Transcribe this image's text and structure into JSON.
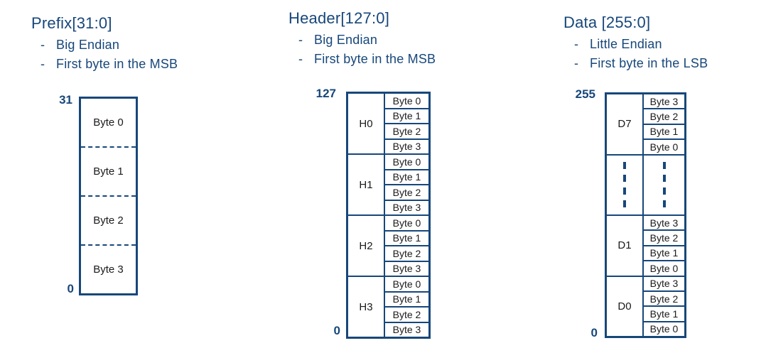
{
  "colors": {
    "navy": "#17477A",
    "cell_text": "#1A1A1A",
    "background": "#FFFFFF"
  },
  "bullet_marker": "-",
  "sections": [
    {
      "id": "prefix",
      "title": "Prefix[31:0]",
      "bullets": [
        "Big Endian",
        "First byte in the MSB"
      ],
      "msb_label": "31",
      "lsb_label": "0",
      "cells": [
        "Byte 0",
        "Byte 1",
        "Byte 2",
        "Byte 3"
      ]
    },
    {
      "id": "header",
      "title": "Header[127:0]",
      "bullets": [
        "Big Endian",
        "First byte in the MSB"
      ],
      "msb_label": "127",
      "lsb_label": "0",
      "groups": [
        {
          "label": "H0",
          "bytes": [
            "Byte 0",
            "Byte 1",
            "Byte 2",
            "Byte 3"
          ]
        },
        {
          "label": "H1",
          "bytes": [
            "Byte 0",
            "Byte 1",
            "Byte 2",
            "Byte 3"
          ]
        },
        {
          "label": "H2",
          "bytes": [
            "Byte 0",
            "Byte 1",
            "Byte 2",
            "Byte 3"
          ]
        },
        {
          "label": "H3",
          "bytes": [
            "Byte 0",
            "Byte 1",
            "Byte 2",
            "Byte 3"
          ]
        }
      ]
    },
    {
      "id": "data",
      "title": "Data [255:0]",
      "bullets": [
        "Little Endian",
        "First byte in the LSB"
      ],
      "msb_label": "255",
      "lsb_label": "0",
      "groups": [
        {
          "label": "D7",
          "bytes": [
            "Byte 3",
            "Byte 2",
            "Byte 1",
            "Byte 0"
          ]
        },
        {
          "label": "D1",
          "bytes": [
            "Byte 3",
            "Byte 2",
            "Byte 1",
            "Byte 0"
          ]
        },
        {
          "label": "D0",
          "bytes": [
            "Byte 3",
            "Byte 2",
            "Byte 1",
            "Byte 0"
          ]
        }
      ]
    }
  ]
}
